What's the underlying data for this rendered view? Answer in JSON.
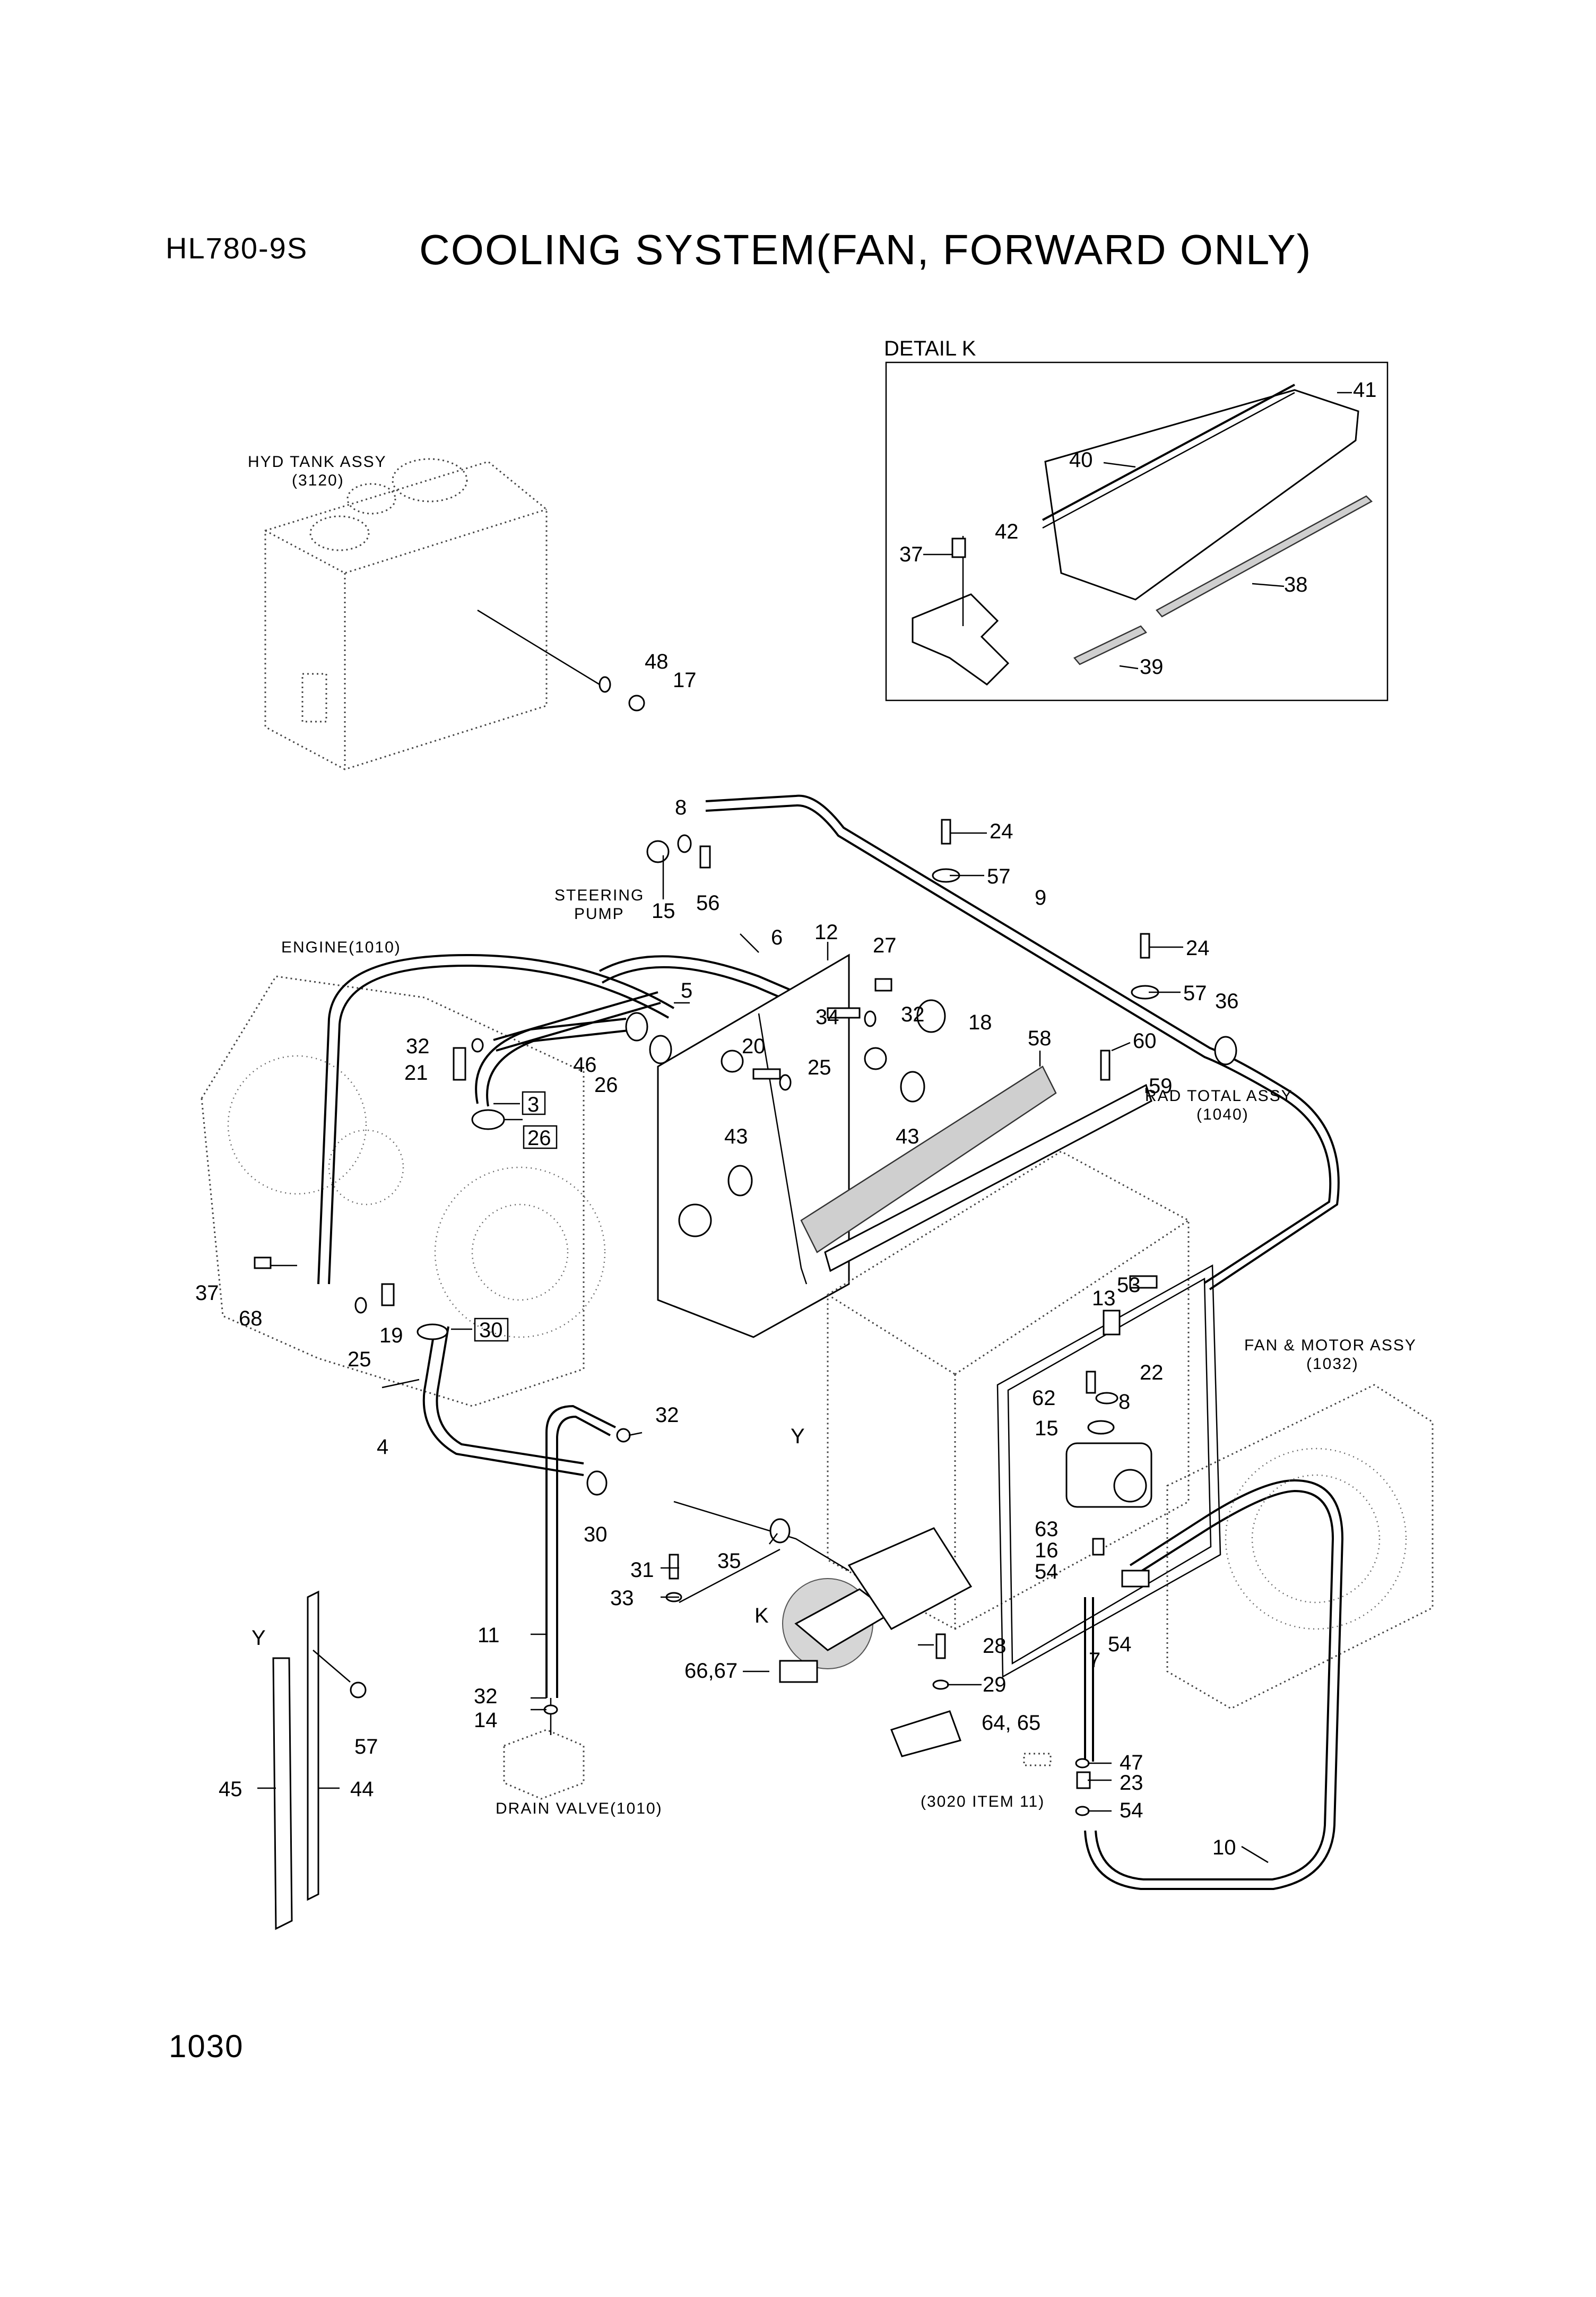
{
  "header": {
    "model": "HL780-9S",
    "title": "COOLING SYSTEM(FAN, FORWARD ONLY)"
  },
  "footer": {
    "page_number": "1030"
  },
  "detail_box": {
    "title": "DETAIL K",
    "callouts": [
      "41",
      "40",
      "42",
      "37",
      "38",
      "39"
    ]
  },
  "references": {
    "hyd_tank": "HYD TANK ASSY",
    "hyd_tank_code": "(3120)",
    "engine": "ENGINE(1010)",
    "steering_pump_1": "STEERING",
    "steering_pump_2": "PUMP",
    "rad_total": "RAD TOTAL ASSY",
    "rad_total_code": "(1040)",
    "fan_motor": "FAN & MOTOR ASSY",
    "fan_motor_code": "(1032)",
    "drain_valve": "DRAIN VALVE(1010)",
    "item_ref": "(3020 ITEM 11)"
  },
  "callouts": {
    "c48": "48",
    "c17": "17",
    "c8a": "8",
    "c24a": "24",
    "c57a": "57",
    "c9": "9",
    "c24b": "24",
    "c57b": "57",
    "c36": "36",
    "c15a": "15",
    "c56": "56",
    "c6": "6",
    "c12": "12",
    "c27": "27",
    "c5": "5",
    "c32a": "32",
    "c21": "21",
    "c3": "3",
    "c26a": "26",
    "c46": "46",
    "c26b": "26",
    "c20": "20",
    "c34": "34",
    "c32b": "32",
    "c25a": "25",
    "c18": "18",
    "c58": "58",
    "c60": "60",
    "c59": "59",
    "c43a": "43",
    "c43b": "43",
    "c37": "37",
    "c68": "68",
    "c25b": "25",
    "c19": "19",
    "c30a": "30",
    "c13": "13",
    "c53": "53",
    "c22": "22",
    "c62": "62",
    "c8b": "8",
    "c15b": "15",
    "c4": "4",
    "c32c": "32",
    "cY1": "Y",
    "c30b": "30",
    "c63": "63",
    "c16": "16",
    "c54a": "54",
    "c31": "31",
    "c35": "35",
    "c33": "33",
    "cK": "K",
    "c7": "7",
    "c54b": "54",
    "c28": "28",
    "c29": "29",
    "c6667": "66,67",
    "c6465": "64, 65",
    "c11": "11",
    "c32d": "32",
    "c14": "14",
    "cY2": "Y",
    "c57c": "57",
    "c45": "45",
    "c44": "44",
    "c47": "47",
    "c23": "23",
    "c54c": "54",
    "c10": "10"
  }
}
